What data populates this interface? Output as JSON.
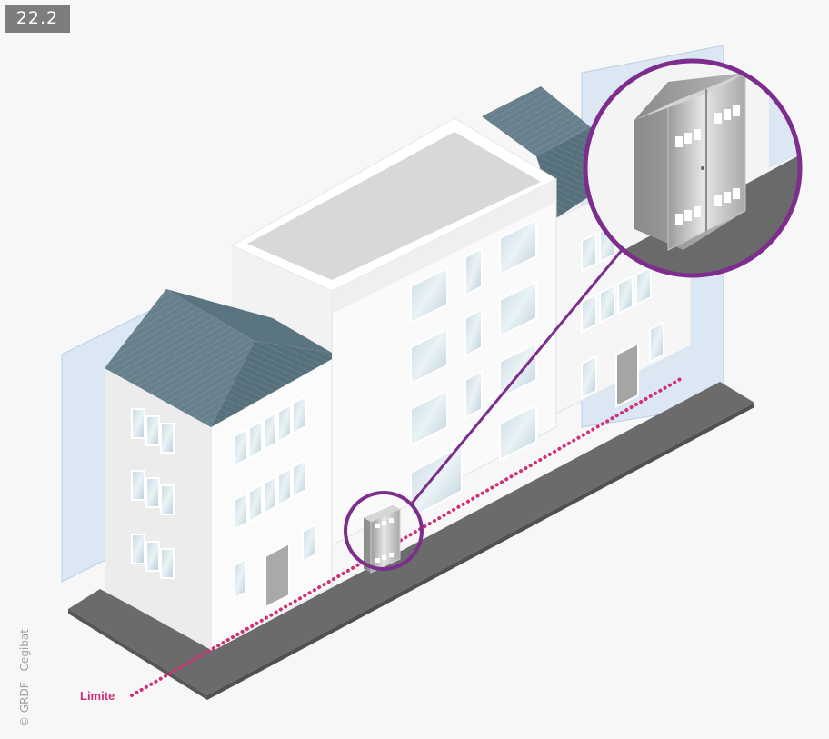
{
  "figure": {
    "number": "22.2",
    "credit": "© GRDF - Cegibat",
    "limit_label": "Limite"
  },
  "colors": {
    "background": "#f7f7f7",
    "badge": "#7d7d7d",
    "limit_line": "#d42c78",
    "magnifier_ring": "#7d2e8c",
    "roof": "#56707c",
    "pavement": "#6b6b6b",
    "wall": "#ffffff",
    "neighbour_wall": "#dbe7f2"
  },
  "icons": {
    "cabinet": "gas-meter-cabinet-icon",
    "magnifier": "magnifier-circle"
  }
}
